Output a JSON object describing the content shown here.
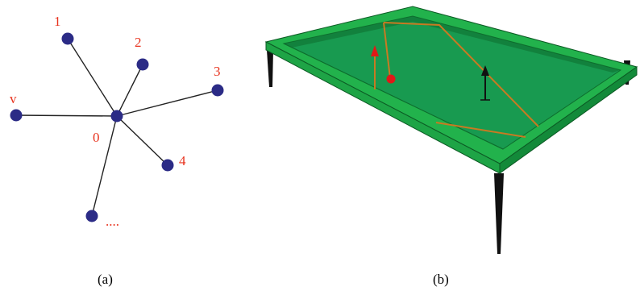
{
  "colors": {
    "node_fill": "#2b2b86",
    "edge": "#222222",
    "label": "#e8331e",
    "table_frame": "#22b24c",
    "table_felt": "#189a50",
    "table_frame_dark": "#138a3a",
    "cushion_shade": "#0e6e2e",
    "path": "#c87a22",
    "ball_red": "#e01818",
    "arrow_red": "#e01818",
    "arrow_black": "#111111",
    "legs": "#111111"
  },
  "graph": {
    "center_label": "0",
    "nodes": [
      {
        "label": "1"
      },
      {
        "label": "2"
      },
      {
        "label": "3"
      },
      {
        "label": "v"
      },
      {
        "label": "4"
      },
      {
        "label": "...."
      }
    ]
  },
  "captions": {
    "left": "(a)",
    "right": "(b)"
  }
}
